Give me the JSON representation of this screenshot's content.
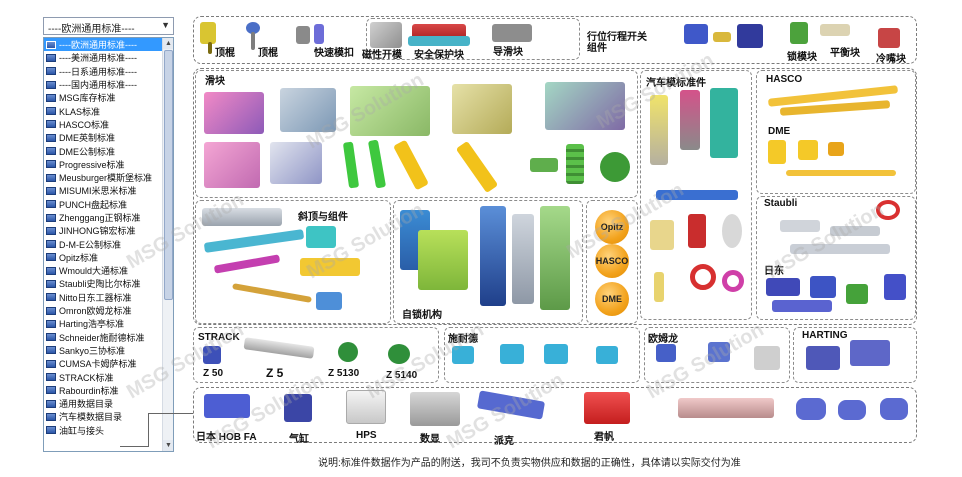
{
  "selector": {
    "value": "----欧洲通用标准----"
  },
  "list": {
    "items": [
      "----欧洲通用标准----",
      "----美洲通用标准----",
      "----日系通用标准----",
      "----国内通用标准----",
      "MSG库存标准",
      "KLAS标准",
      "HASCO标准",
      "DME英制标准",
      "DME公制标准",
      "Progressive标准",
      "Meusburger模斯堡标准",
      "MISUMI米思米标准",
      "PUNCH盘起标准",
      "Zhenggang正钢标准",
      "JINHONG锦宏标准",
      "D-M-E公制标准",
      "Opitz标准",
      "Wmould大通标准",
      "Staubli史陶比尔标准",
      "Nitto日东工器标准",
      "Omron欧姆龙标准",
      "Harting浩亭标准",
      "Schneider施耐德标准",
      "Sankyo三协标准",
      "CUMSA卡姆萨标准",
      "STRACK标准",
      "Rabourdin标准",
      "通用数据目录",
      "汽车模数据目录",
      "油缸与接头"
    ],
    "selected_index": 0
  },
  "top_row": {
    "labels": [
      "顶棍",
      "顶棍",
      "快速模扣",
      "磁性开模",
      "安全保护块",
      "导滑块",
      "行位行程开关组件",
      "锁模块",
      "平衡块",
      "冷嘴块"
    ]
  },
  "sections": {
    "slider": "滑块",
    "auto_standard": "汽车模标准件",
    "hasco": "HASCO",
    "dme": "DME",
    "staubli": "Staubli",
    "nitto": "日东",
    "angle_lifter": "斜顶与组件",
    "self_lock": "自锁机构",
    "strack": "STRACK",
    "schneider": "施耐德",
    "omron": "欧姆龙",
    "harting": "HARTING"
  },
  "discs": [
    "Opitz",
    "HASCO",
    "DME"
  ],
  "strack_labels": [
    "Z 50",
    "Z 5",
    "Z 5130",
    "Z 5140"
  ],
  "bottom_row": {
    "labels": [
      "日本 HOB FA",
      "气缸",
      "HPS",
      "数显",
      "派克",
      "君帆"
    ]
  },
  "watermark": "MSG Solution",
  "footer_note": "说明:标准件数据作为产品的附送，我司不负责实物供应和数据的正确性，具体请以实际交付为准"
}
